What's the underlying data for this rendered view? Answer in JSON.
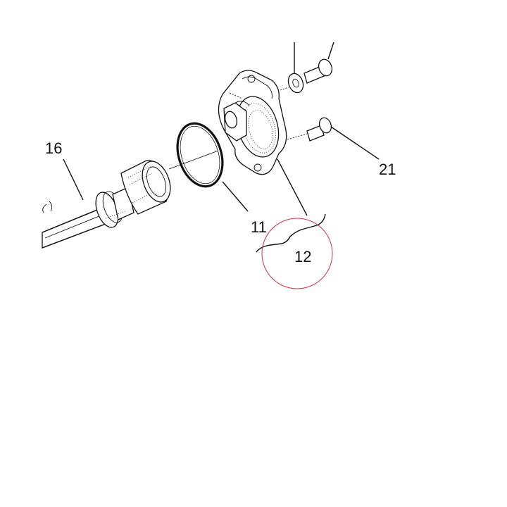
{
  "diagram": {
    "callouts": {
      "c16": "16",
      "c11": "11",
      "c12": "12",
      "c21": "21"
    },
    "highlight_color": "#cc3344",
    "ink_color": "#111111"
  }
}
